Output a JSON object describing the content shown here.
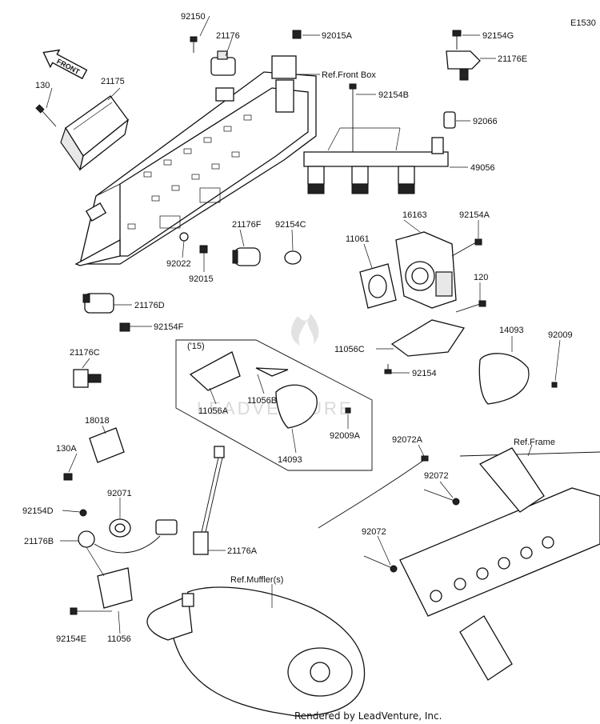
{
  "diagram": {
    "code": "E1530",
    "credit": "Rendered by LeadVenture, Inc.",
    "watermark": "LEADVENTURE",
    "front_arrow": "FRONT",
    "inset_year": "('15)",
    "references": {
      "front_box": "Ref.Front Box",
      "frame": "Ref.Frame",
      "muffler": "Ref.Muffler(s)"
    },
    "part_numbers": {
      "p92150": "92150",
      "p21176": "21176",
      "p92015A": "92015A",
      "p130": "130",
      "p21175": "21175",
      "p92154G": "92154G",
      "p21176E": "21176E",
      "p92154B": "92154B",
      "p92066": "92066",
      "p49056": "49056",
      "p16163": "16163",
      "p92154A": "92154A",
      "p11061": "11061",
      "p21176F": "21176F",
      "p92154C": "92154C",
      "p92022": "92022",
      "p92015": "92015",
      "p120": "120",
      "p21176D": "21176D",
      "p92154F": "92154F",
      "p14093a": "14093",
      "p92009": "92009",
      "p11056C": "11056C",
      "p92154": "92154",
      "p21176C": "21176C",
      "p11056A": "11056A",
      "p11056B": "11056B",
      "p92009A": "92009A",
      "p14093b": "14093",
      "p18018": "18018",
      "p130A": "130A",
      "p92072A": "92072A",
      "p92072a": "92072",
      "p92072b": "92072",
      "p92071": "92071",
      "p92154D": "92154D",
      "p21176B": "21176B",
      "p21176A": "21176A",
      "p92154E": "92154E",
      "p11056": "11056"
    }
  }
}
